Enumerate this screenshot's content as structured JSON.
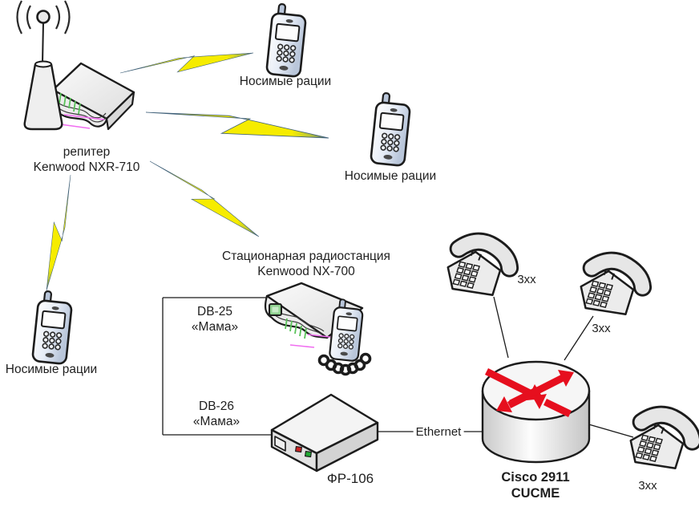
{
  "diagram": {
    "background": "#ffffff",
    "colors": {
      "bolt_yellow": "#f6ec00",
      "bolt_tip": "#44657e",
      "router_arrow_red": "#e60f1e",
      "device_gray": "#efefef",
      "outline": "#1a1a1a",
      "green_accent": "#58c258",
      "magenta_accent": "#f06df0",
      "handset_blue": "#c3d0e4"
    },
    "nodes": {
      "repeater": {
        "label_line1": "репитер",
        "label_line2": "Kenwood NXR-710"
      },
      "portable_radio_top": {
        "label": "Носимые рации"
      },
      "portable_radio_middle": {
        "label": "Носимые рации"
      },
      "portable_radio_left": {
        "label": "Носимые рации"
      },
      "base_station": {
        "label_line1": "Стационарная радиостанция",
        "label_line2": "Kenwood NX-700"
      },
      "fr106": {
        "label": "ФР-106"
      },
      "router": {
        "label_line1": "Cisco 2911",
        "label_line2": "CUCME"
      },
      "phone_top_left": {
        "label": "3xx"
      },
      "phone_top_right": {
        "label": "3xx"
      },
      "phone_bottom": {
        "label": "3xx"
      }
    },
    "connections": {
      "db25": {
        "line1": "DB-25",
        "line2": "«Мама»"
      },
      "db26": {
        "line1": "DB-26",
        "line2": "«Мама»"
      },
      "ethernet": {
        "label": "Ethernet"
      }
    }
  }
}
